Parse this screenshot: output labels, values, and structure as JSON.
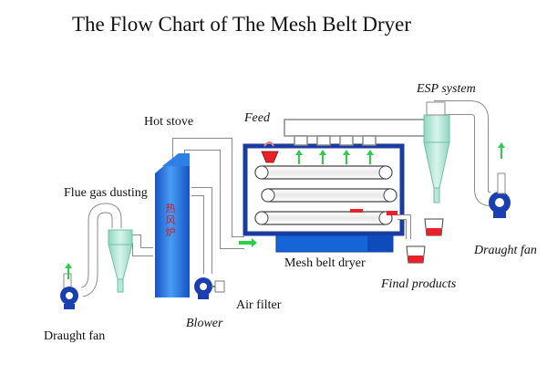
{
  "title": "The Flow Chart of The Mesh Belt Dryer",
  "labels": {
    "hot_stove": "Hot stove",
    "feed": "Feed",
    "esp_system": "ESP system",
    "flue_gas_dusting": "Flue gas dusting",
    "draught_fan_left": "Draught fan",
    "draught_fan_right": "Draught fan",
    "blower": "Blower",
    "air_filter": "Air filter",
    "mesh_belt_dryer": "Mesh belt dryer",
    "final_products": "Final products"
  },
  "stove_text": "热风炉",
  "colors": {
    "pipe_fill": "#ffffff",
    "pipe_stroke": "#8a8a8a",
    "stove_blue": "#1f6fe0",
    "dryer_frame": "#1a3c9e",
    "conveyor_blue": "#1565d8",
    "flow_arrow": "#2bcf4a",
    "product_red": "#e8222a",
    "fan_blue": "#1a3fb0"
  },
  "icons": [
    "fan-icon",
    "flow-arrow-icon",
    "cyclone-icon",
    "feed-hopper-icon",
    "product-bin-icon"
  ]
}
